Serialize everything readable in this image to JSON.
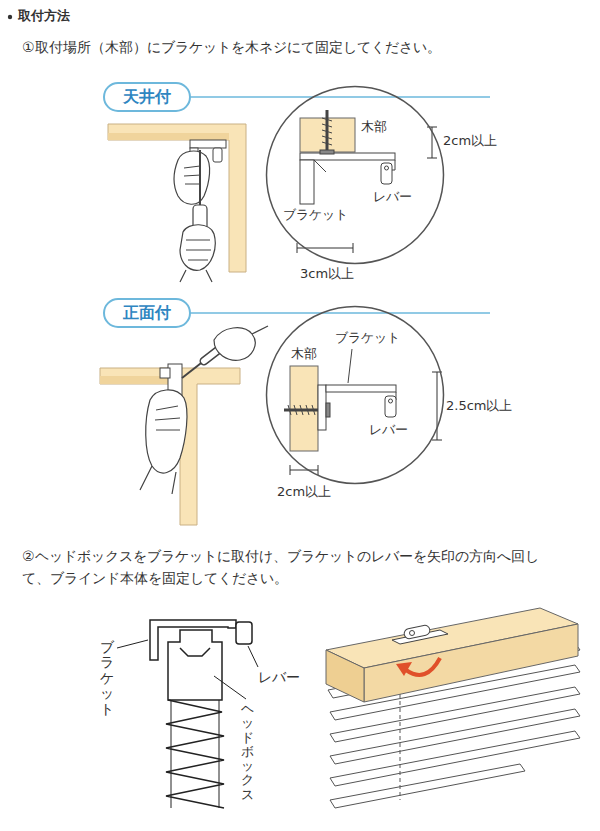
{
  "diagram": {
    "title": "取付方法",
    "nodes": [
      {
        "text": [
          "天井付"
        ]
      },
      {
        "text": [
          "木部",
          "ブラケット",
          "レバー"
        ]
      },
      {
        "text": [
          "正面付"
        ]
      },
      {
        "text": [
          "木部",
          "ブラケット",
          "レバー"
        ]
      }
    ],
    "labels": [
      "①取付場所（木部）にブラケットを木ネジにて固定してください。",
      "2cm以上",
      "3cm以上",
      "2.5cm以上",
      "2cm以上",
      "②ヘッドボックスをブラケットに取付け、ブラケットのレバーを矢印の方向へ回して、ブラインド本体を固定してください。",
      "ブラケット",
      "レバー",
      "ヘッドボックス"
    ]
  }
}
